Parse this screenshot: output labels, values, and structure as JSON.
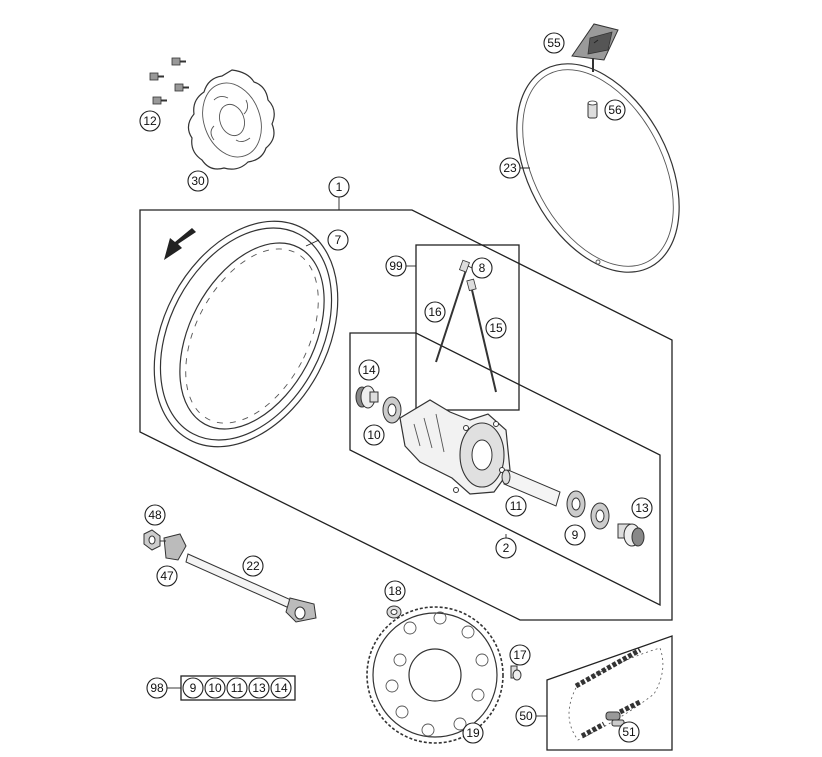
{
  "callouts": [
    {
      "id": "c55",
      "label": "55"
    },
    {
      "id": "c56",
      "label": "56"
    },
    {
      "id": "c23",
      "label": "23"
    },
    {
      "id": "c12",
      "label": "12"
    },
    {
      "id": "c30",
      "label": "30"
    },
    {
      "id": "c1",
      "label": "1"
    },
    {
      "id": "c7",
      "label": "7"
    },
    {
      "id": "c99",
      "label": "99"
    },
    {
      "id": "c8",
      "label": "8"
    },
    {
      "id": "c16",
      "label": "16"
    },
    {
      "id": "c15",
      "label": "15"
    },
    {
      "id": "c14",
      "label": "14"
    },
    {
      "id": "c10",
      "label": "10"
    },
    {
      "id": "c11",
      "label": "11"
    },
    {
      "id": "c13",
      "label": "13"
    },
    {
      "id": "c9",
      "label": "9"
    },
    {
      "id": "c2",
      "label": "2"
    },
    {
      "id": "c48",
      "label": "48"
    },
    {
      "id": "c47",
      "label": "47"
    },
    {
      "id": "c22",
      "label": "22"
    },
    {
      "id": "c18",
      "label": "18"
    },
    {
      "id": "c17",
      "label": "17"
    },
    {
      "id": "c19",
      "label": "19"
    },
    {
      "id": "c50",
      "label": "50"
    },
    {
      "id": "c51",
      "label": "51"
    },
    {
      "id": "c98",
      "label": "98"
    }
  ],
  "kit_98": {
    "label": "98",
    "items": [
      "9",
      "10",
      "11",
      "13",
      "14"
    ]
  }
}
